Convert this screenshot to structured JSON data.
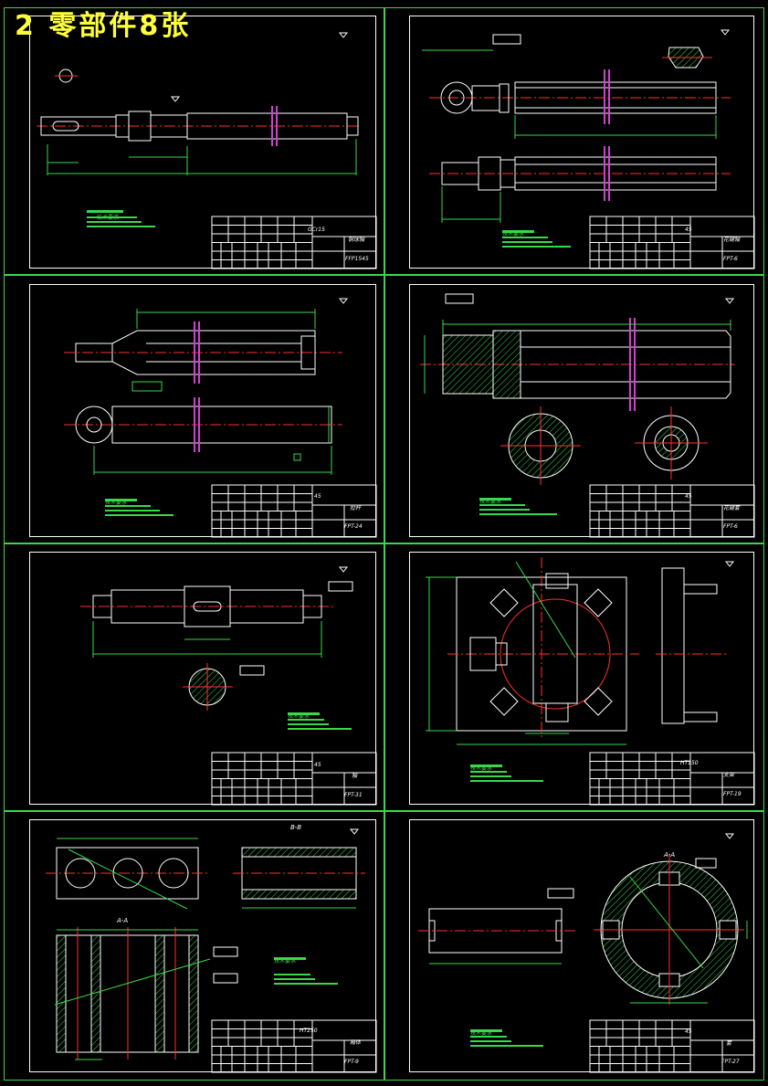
{
  "title": "2 零部件8张",
  "colors": {
    "background": "#000000",
    "grid": "#39d84a",
    "outline": "#ffffff",
    "centerline": "#ff3030",
    "dimension": "#39d84a",
    "section": "#d040d0",
    "title_text": "#ffff3b",
    "hatch": "#39d84a"
  },
  "sheets": [
    {
      "id": "s1",
      "material": "GCr15",
      "name": "钢球轴",
      "drawing_no": "FFP1545",
      "note_title": "技术要求"
    },
    {
      "id": "s2",
      "material": "45",
      "name": "花键轴",
      "drawing_no": "FPT-6",
      "note_title": "技术要求"
    },
    {
      "id": "s3",
      "material": "45",
      "name": "拉杆",
      "drawing_no": "FPT-24",
      "note_title": "技术要求"
    },
    {
      "id": "s4",
      "material": "45",
      "name": "花键套",
      "drawing_no": "FPT-6",
      "note_title": "技术要求"
    },
    {
      "id": "s5",
      "material": "45",
      "name": "轴",
      "drawing_no": "FPT-31",
      "note_title": "技术要求"
    },
    {
      "id": "s6",
      "material": "HT150",
      "name": "支架",
      "drawing_no": "FPT-19",
      "note_title": "技术要求"
    },
    {
      "id": "s7",
      "material": "HT250",
      "name": "箱体",
      "drawing_no": "FPT-9",
      "note_title": "技术要求",
      "section_bb": "B-B",
      "section_aa": "A-A"
    },
    {
      "id": "s8",
      "material": "45",
      "name": "套",
      "drawing_no": "FPT-27",
      "note_title": "技术要求",
      "section_aa": "A-A"
    }
  ]
}
